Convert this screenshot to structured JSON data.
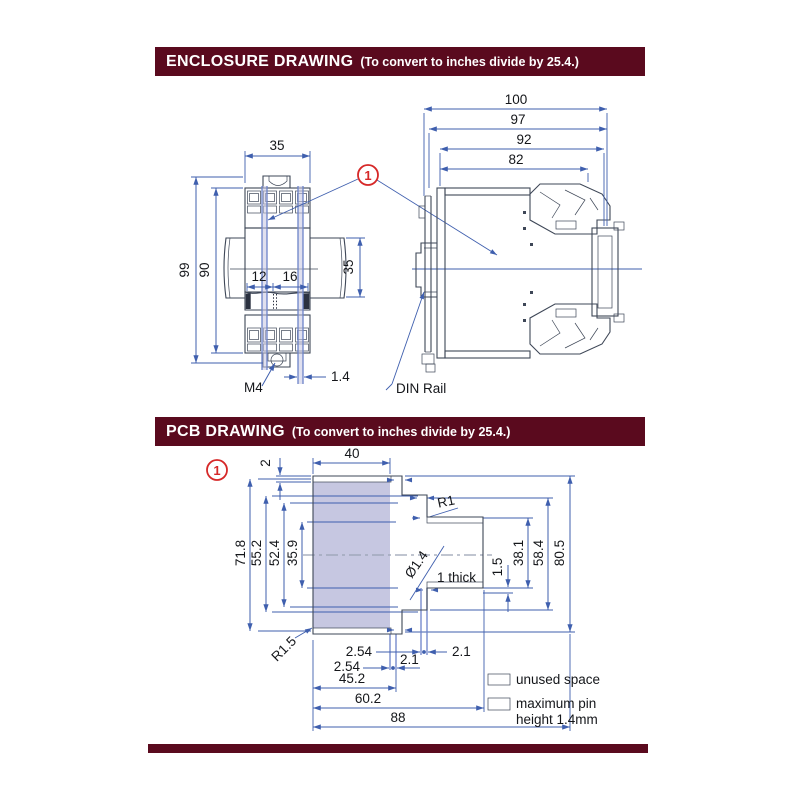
{
  "colors": {
    "maroon": "#5a0a1e",
    "dim_blue": "#3f5fae",
    "drawing_line": "#3e4757",
    "pin_fill_lavender": "#c6c7e1",
    "callout_red": "#d62828"
  },
  "header_enclosure": {
    "title": "ENCLOSURE DRAWING",
    "note": "(To convert to inches divide by 25.4.)"
  },
  "header_pcb": {
    "title": "PCB DRAWING",
    "note": "(To convert to inches divide by 25.4.)"
  },
  "enclosure": {
    "callout": "1",
    "front": {
      "width_top": "35",
      "height_outer": "99",
      "height_inner": "90",
      "slot_left": "12",
      "slot_right": "16",
      "flange_height": "35",
      "screw_label": "M4",
      "pin_thickness": "1.4"
    },
    "side": {
      "depth_1": "100",
      "depth_2": "97",
      "depth_3": "92",
      "depth_4": "82",
      "din_rail_label": "DIN Rail"
    }
  },
  "pcb": {
    "callout": "1",
    "dims": {
      "edge_offset": "2",
      "top_width": "40",
      "radius_right": "R1",
      "radius_left": "R1.5",
      "v1": "71.8",
      "v2": "55.2",
      "v3": "52.4",
      "v4": "35.9",
      "hole_dia": "Ø1.4",
      "thickness_note": "1 thick",
      "r1": "1.5",
      "r2": "38.1",
      "r3": "58.4",
      "r4": "80.5",
      "pitch_upper": "2.54",
      "pitch_lower": "2.54",
      "gap_upper": "2.1",
      "gap_lower": "2.1",
      "w1": "45.2",
      "w2": "60.2",
      "w3": "88"
    },
    "legend": {
      "unused_label": "unused space",
      "maxpin_label_line1": "maximum pin",
      "maxpin_label_line2": "height 1.4mm"
    }
  }
}
